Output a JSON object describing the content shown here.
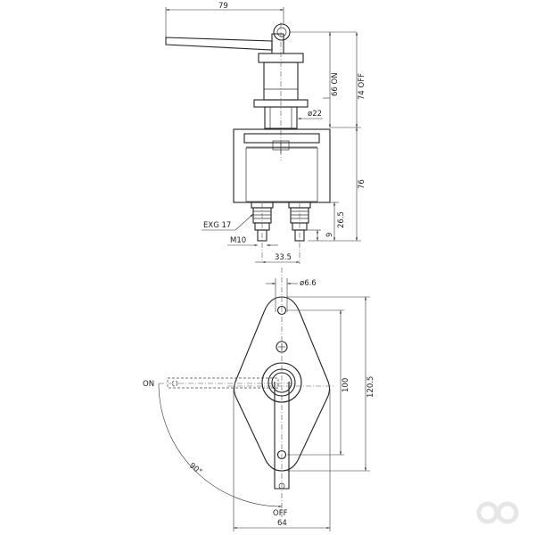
{
  "dimensions": {
    "width_79": "79",
    "height_66_on": "66 ON",
    "height_74_off": "74 OFF",
    "dia_22": "ø22",
    "height_76": "76",
    "height_26_5": "26.5",
    "height_9": "9",
    "exg_17": "EXG 17",
    "m10": "M10",
    "spacing_33_5": "33.5",
    "dia_6_6": "ø6.6",
    "height_100": "100",
    "height_120_5": "120.5",
    "width_64": "64",
    "angle_90": "90°"
  },
  "positions": {
    "on": "ON",
    "off": "OFF"
  },
  "logo": {
    "icon": "infinity-logo-icon"
  }
}
